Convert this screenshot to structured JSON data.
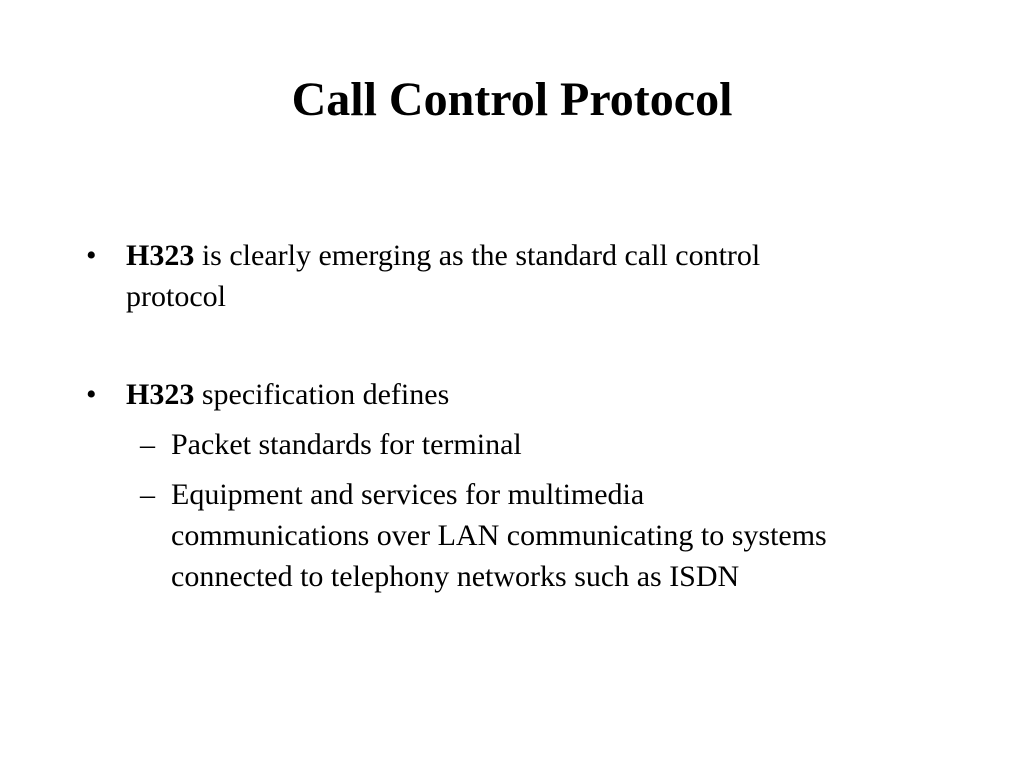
{
  "slide": {
    "title": "Call Control Protocol",
    "bullet_marker": "•",
    "dash_marker": "–",
    "bullets": [
      {
        "term": "H323",
        "line1_rest": " is clearly emerging as the standard call control",
        "line2": "protocol"
      },
      {
        "term": "H323",
        "line1_rest": " specification defines",
        "subitems": [
          {
            "lines": [
              "Packet standards for terminal"
            ]
          },
          {
            "lines": [
              "Equipment and services for multimedia",
              "communications over LAN communicating to systems",
              "connected to telephony networks such as ISDN"
            ]
          }
        ]
      }
    ]
  }
}
